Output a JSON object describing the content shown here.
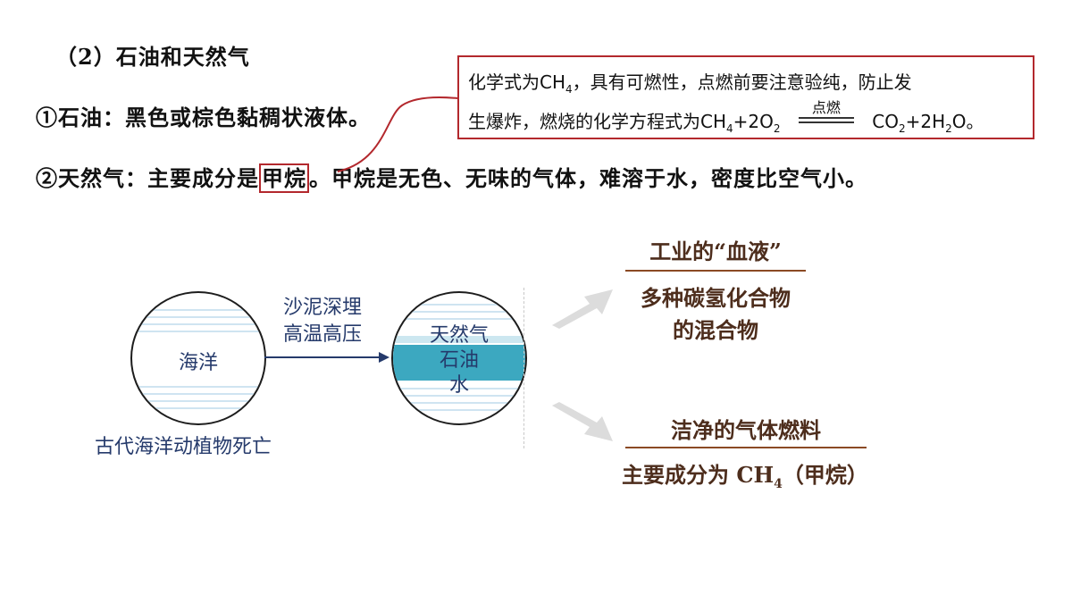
{
  "section": {
    "heading": "（2）石油和天然气",
    "line1": "①石油：黑色或棕色黏稠状液体。",
    "line2_prefix": "②天然气：主要成分是",
    "line2_highlight": "甲烷",
    "line2_suffix": "。甲烷是无色、无味的气体，难溶于水，密度比空气小。"
  },
  "note": {
    "line1_a": "化学式为CH",
    "line1_sub": "4",
    "line1_b": "，具有可燃性，点燃前要注意验纯，防止发",
    "line2_a": "生爆炸，燃烧的化学方程式为CH",
    "line2_sub1": "4",
    "line2_b": "+2O",
    "line2_sub2": "2",
    "condition": "点燃",
    "prod_a": "CO",
    "prod_sub1": "2",
    "prod_b": "+2H",
    "prod_sub2": "2",
    "prod_c": "O。"
  },
  "diagram": {
    "ocean": "海洋",
    "process_1": "沙泥深埋",
    "process_2": "高温高压",
    "layer_gas": "天然气",
    "layer_oil": "石油",
    "layer_water": "水",
    "caption": "古代海洋动植物死亡"
  },
  "petroleum_card": {
    "title": "工业的“血液”",
    "desc_1": "多种碳氢化合物",
    "desc_2": "的混合物"
  },
  "gas_card": {
    "title": "洁净的气体燃料",
    "desc_a": "主要成分为 CH",
    "desc_sub": "4",
    "desc_b": "（甲烷）"
  },
  "colors": {
    "highlight_border": "#b3282d",
    "diagram_text": "#253a6b",
    "oil_layer": "#3ca8c0",
    "card_rule": "#8b4a24",
    "card_text": "#4d2d1c"
  }
}
